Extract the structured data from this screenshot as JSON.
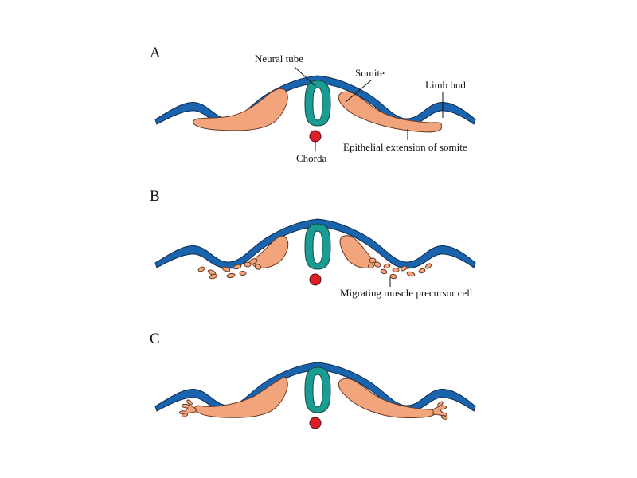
{
  "panels": [
    {
      "id": "A",
      "label": "A"
    },
    {
      "id": "B",
      "label": "B"
    },
    {
      "id": "C",
      "label": "C"
    }
  ],
  "labels": {
    "neural_tube": "Neural tube",
    "somite": "Somite",
    "limb_bud": "Limb bud",
    "chorda": "Chorda",
    "epithelial_extension": "Epithelial extension of somite",
    "migrating_cell": "Migrating muscle precursor cell"
  },
  "colors": {
    "ectoderm": "#1a63ad",
    "neural_tube": "#1a9c92",
    "somite": "#f2a47c",
    "chorda": "#de1f26"
  }
}
